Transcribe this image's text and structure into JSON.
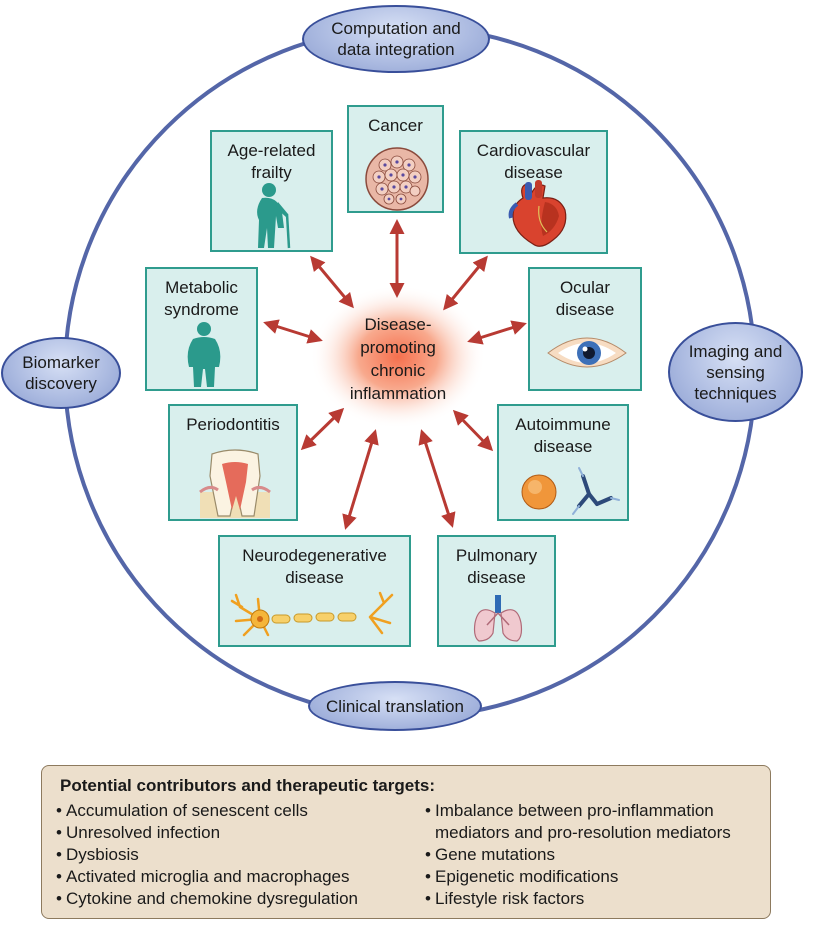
{
  "center": {
    "label": "Disease-\npromoting\nchronic\ninflammation"
  },
  "ovals": {
    "top": "Computation and\ndata integration",
    "left": "Biomarker\ndiscovery",
    "right": "Imaging and\nsensing\ntechniques",
    "bottom": "Clinical translation"
  },
  "diseases": {
    "cancer": "Cancer",
    "frailty": "Age-related\nfrailty",
    "cardiovascular": "Cardiovascular\ndisease",
    "metabolic": "Metabolic\nsyndrome",
    "ocular": "Ocular\ndisease",
    "periodontitis": "Periodontitis",
    "autoimmune": "Autoimmune\ndisease",
    "neurodegenerative": "Neurodegenerative\ndisease",
    "pulmonary": "Pulmonary\ndisease"
  },
  "legend": {
    "title": "Potential contributors and therapeutic targets:",
    "left_items": [
      "Accumulation of senescent cells",
      "Unresolved infection",
      "Dysbiosis",
      "Activated microglia and macrophages",
      "Cytokine and chemokine dysregulation"
    ],
    "right_items": [
      "Imbalance between pro-inflammation\nmediators and pro-resolution mediators",
      "Gene mutations",
      "Epigenetic modifications",
      "Lifestyle risk factors"
    ]
  },
  "colors": {
    "box_fill": "#d9efed",
    "box_border": "#2f9c8e",
    "arrow": "#b83a33",
    "ring": "#5466a8",
    "center_glow": "#f07a55",
    "legend_fill": "#ecdfcc"
  },
  "icons": [
    "cancer-cells-icon",
    "elderly-person-icon",
    "heart-icon",
    "obese-person-icon",
    "eye-icon",
    "tooth-icon",
    "immune-cell-antibody-icon",
    "neuron-icon",
    "lungs-icon"
  ]
}
